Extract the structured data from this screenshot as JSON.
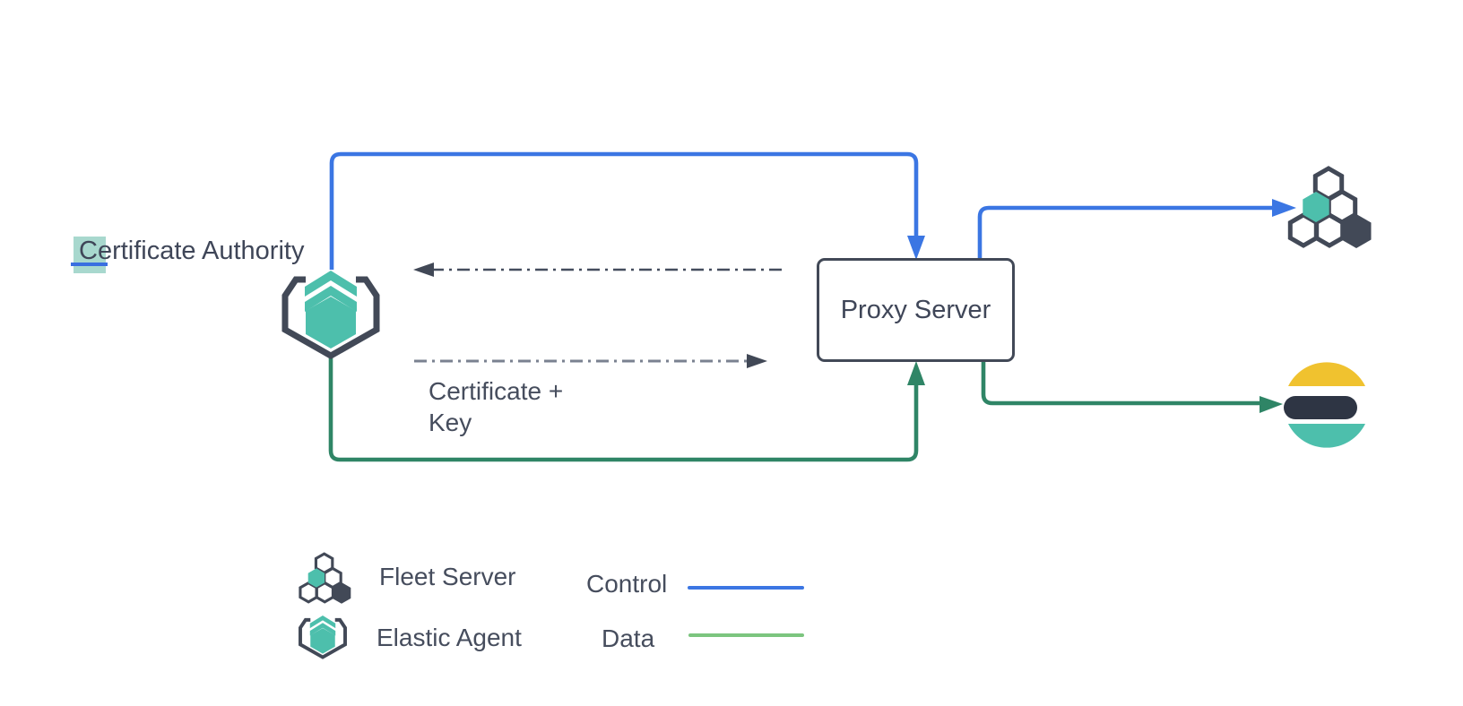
{
  "title": {
    "full": "Certificate Authority",
    "selected_char": "C",
    "rest": "ertificate Authority"
  },
  "proxy": {
    "label": "Proxy Server"
  },
  "annotation": {
    "line1": "Certificate +",
    "line2": "Key"
  },
  "legend": {
    "items": [
      {
        "icon": "fleet-server-icon",
        "label": "Fleet Server"
      },
      {
        "icon": "elastic-agent-icon",
        "label": "Elastic Agent"
      }
    ],
    "flows": [
      {
        "label": "Control",
        "color": "#3b76e3",
        "style": "solid"
      },
      {
        "label": "Data",
        "color": "#7cc57f",
        "style": "solid"
      }
    ]
  },
  "nodes": [
    {
      "id": "certificate-authority",
      "label": "Certificate Authority",
      "icon": "elastic-agent-icon"
    },
    {
      "id": "proxy-server",
      "label": "Proxy Server",
      "shape": "rounded-box"
    },
    {
      "id": "fleet-server",
      "icon": "fleet-server-icon"
    },
    {
      "id": "elasticsearch",
      "icon": "elasticsearch-icon"
    }
  ],
  "edges": [
    {
      "from": "certificate-authority",
      "to": "proxy-server",
      "type": "control",
      "color": "#3b76e3"
    },
    {
      "from": "proxy-server",
      "to": "fleet-server",
      "type": "control",
      "color": "#3b76e3"
    },
    {
      "from": "certificate-authority",
      "to": "proxy-server",
      "type": "data",
      "color": "#2f8566"
    },
    {
      "from": "proxy-server",
      "to": "elasticsearch",
      "type": "data",
      "color": "#2f8566"
    },
    {
      "from": "proxy-server",
      "to": "certificate-authority",
      "type": "certificate-key",
      "style": "dash-dot"
    },
    {
      "from": "certificate-authority",
      "to": "proxy-server",
      "type": "certificate-key",
      "style": "dash-dot",
      "label": "Certificate + Key"
    }
  ],
  "colors": {
    "control_blue": "#3b76e3",
    "data_green": "#2f8566",
    "legend_data_green": "#7cc57f",
    "icon_teal": "#4dbfac",
    "outline_slate": "#424957",
    "text": "#3f4658",
    "selection_highlight": "#a8d8ce",
    "cursor_blue": "#3a6fe0",
    "elasticsearch_yellow": "#f0c22f",
    "elasticsearch_dark": "#2e3544",
    "elasticsearch_teal": "#4dbfac"
  }
}
